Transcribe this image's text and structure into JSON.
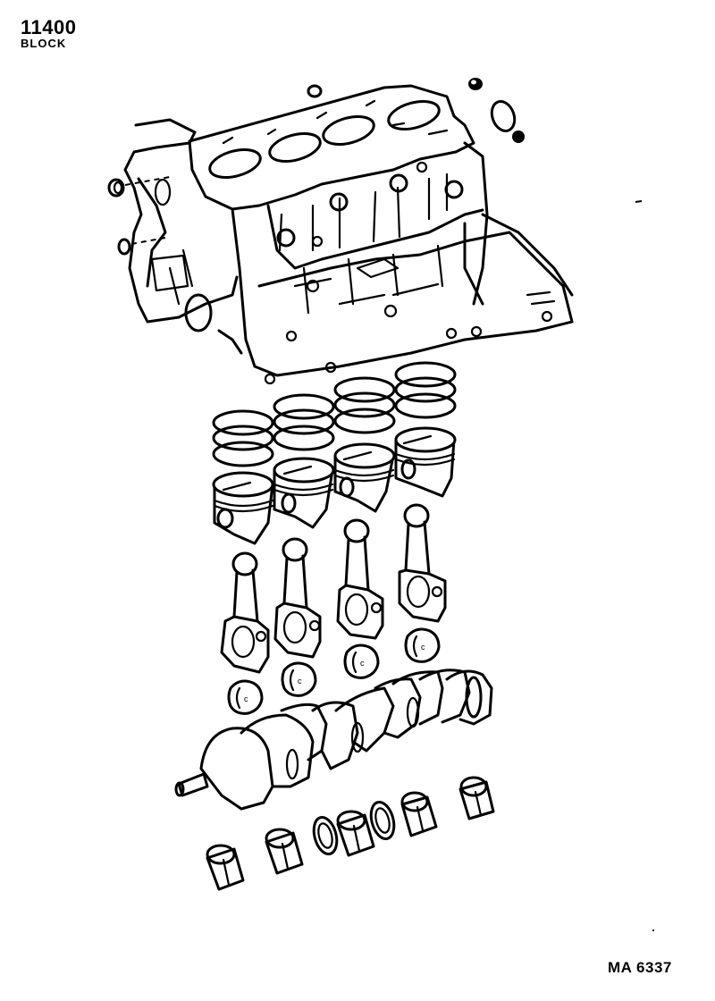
{
  "header": {
    "section_code": "11400",
    "section_name": "BLOCK"
  },
  "footer": {
    "illustration_id": "MA 6337"
  },
  "diagram": {
    "type": "exploded parts illustration",
    "subject": "4-cylinder engine block assembly",
    "parts": [
      {
        "name": "cylinder-block",
        "count": 1
      },
      {
        "name": "plug-or-pin",
        "count": 5
      },
      {
        "name": "expansion-plug",
        "count": 1
      },
      {
        "name": "piston-ring-set",
        "count": 4
      },
      {
        "name": "piston",
        "count": 4
      },
      {
        "name": "connecting-rod",
        "count": 4
      },
      {
        "name": "connecting-rod-bearing",
        "count": 4
      },
      {
        "name": "crankshaft",
        "count": 1
      },
      {
        "name": "main-bearing",
        "count": 5
      },
      {
        "name": "thrust-washer",
        "count": 2
      }
    ]
  }
}
